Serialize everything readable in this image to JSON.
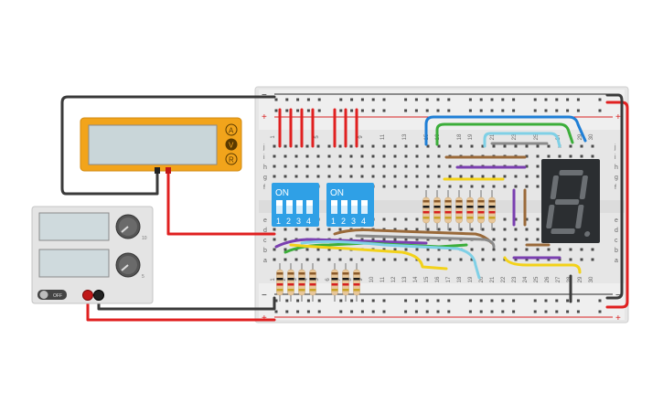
{
  "multimeter": {
    "modes": [
      "A",
      "V",
      "R"
    ],
    "active_mode": "V",
    "body_color": "#f2a41b",
    "screen_color": "#c9d6d9"
  },
  "power_supply": {
    "off_label": "OFF",
    "knob_labels": [
      {
        "top": "",
        "bottom": "10"
      },
      {
        "top": "",
        "bottom": "5"
      }
    ],
    "brand_mark": ""
  },
  "breadboard": {
    "plus_label": "+",
    "minus_label": "−",
    "row_letters_top": [
      "j",
      "i",
      "h",
      "g",
      "f"
    ],
    "row_letters_bottom": [
      "e",
      "d",
      "c",
      "b",
      "a"
    ],
    "column_numbers": [
      "1",
      "5",
      "10",
      "15",
      "20",
      "25",
      "30"
    ],
    "bottom_numbers": [
      "1",
      "2",
      "3",
      "4",
      "5",
      "6",
      "7",
      "8",
      "9",
      "10",
      "11",
      "12",
      "13",
      "14",
      "15",
      "16",
      "17",
      "18",
      "19",
      "20",
      "21",
      "22",
      "23",
      "24",
      "25",
      "26",
      "27",
      "28",
      "29",
      "30"
    ],
    "top_numbers": [
      "1",
      "5",
      "9",
      "11",
      "13",
      "15",
      "16",
      "18",
      "19",
      "21",
      "23",
      "25",
      "27",
      "29",
      "30"
    ]
  },
  "dip_switches": [
    {
      "on_label": "ON",
      "labels": [
        "1",
        "2",
        "3",
        "4"
      ]
    },
    {
      "on_label": "ON",
      "labels": [
        "1",
        "2",
        "3",
        "4"
      ]
    }
  ],
  "seven_segment": {
    "digit_shown": "8",
    "segment_color": "#6b6f73"
  },
  "colors": {
    "wire_red": "#e02020",
    "wire_black": "#3a3a3a",
    "wire_blue": "#1f7fd6",
    "wire_green": "#3cae3a",
    "wire_lightblue": "#7fd0e6",
    "wire_yellow": "#f3d21a",
    "wire_purple": "#7a3fb0",
    "wire_brown": "#9a6a3a",
    "wire_gray": "#8a8a8a",
    "dip_blue": "#2fa0e6"
  }
}
